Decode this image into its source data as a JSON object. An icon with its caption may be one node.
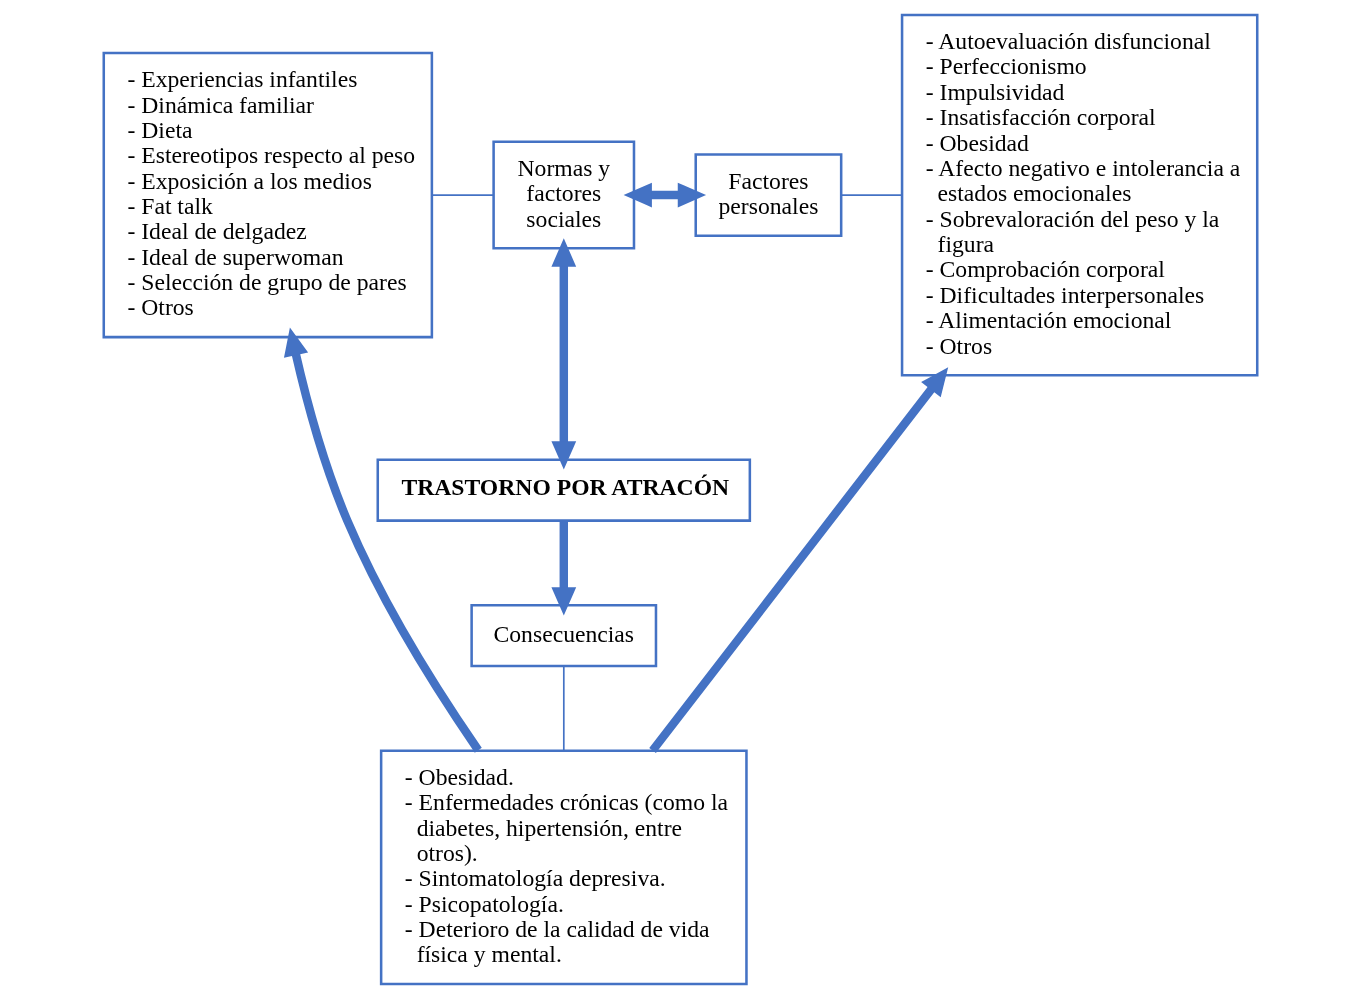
{
  "diagram": {
    "nodes": [
      {
        "text": [
          "- Experiencias infantiles",
          "- Dinámica familiar",
          "- Dieta",
          "- Estereotipos respecto al peso",
          "- Exposición a los medios",
          "- Fat talk",
          "- Ideal de delgadez",
          "- Ideal de superwoman",
          "- Selección de grupo de pares",
          "- Otros"
        ]
      },
      {
        "text": [
          "Normas y factores sociales"
        ]
      },
      {
        "text": [
          "Factores personales"
        ]
      },
      {
        "text": [
          "- Autoevaluación disfuncional",
          "- Perfeccionismo",
          "- Impulsividad",
          "- Insatisfacción corporal",
          "- Obesidad",
          "- Afecto negativo e intolerancia a estados emocionales",
          "- Sobrevaloración del peso y la figura",
          "- Comprobación corporal",
          "- Dificultades interpersonales",
          "- Alimentación emocional",
          "- Otros"
        ]
      },
      {
        "text": [
          "TRASTORNO POR ATRACÓN"
        ]
      },
      {
        "text": [
          "Consecuencias"
        ]
      },
      {
        "text": [
          "- Obesidad.",
          "- Enfermedades crónicas (como la diabetes, hipertensión, entre otros).",
          "- Sintomatología depresiva.",
          "- Psicopatología.",
          "- Deterioro de la calidad de vida física y mental."
        ]
      }
    ],
    "edges": [
      {
        "from": 0,
        "to": 1,
        "arrow": "none"
      },
      {
        "from": 1,
        "to": 2,
        "arrow": "both"
      },
      {
        "from": 3,
        "to": 2,
        "arrow": "none"
      },
      {
        "from": 1,
        "to": 4,
        "arrow": "both"
      },
      {
        "from": 4,
        "to": 5,
        "arrow": "to"
      },
      {
        "from": 5,
        "to": 6,
        "arrow": "none"
      },
      {
        "from": 6,
        "to": 0,
        "arrow": "to"
      },
      {
        "from": 6,
        "to": 3,
        "arrow": "to"
      }
    ]
  }
}
